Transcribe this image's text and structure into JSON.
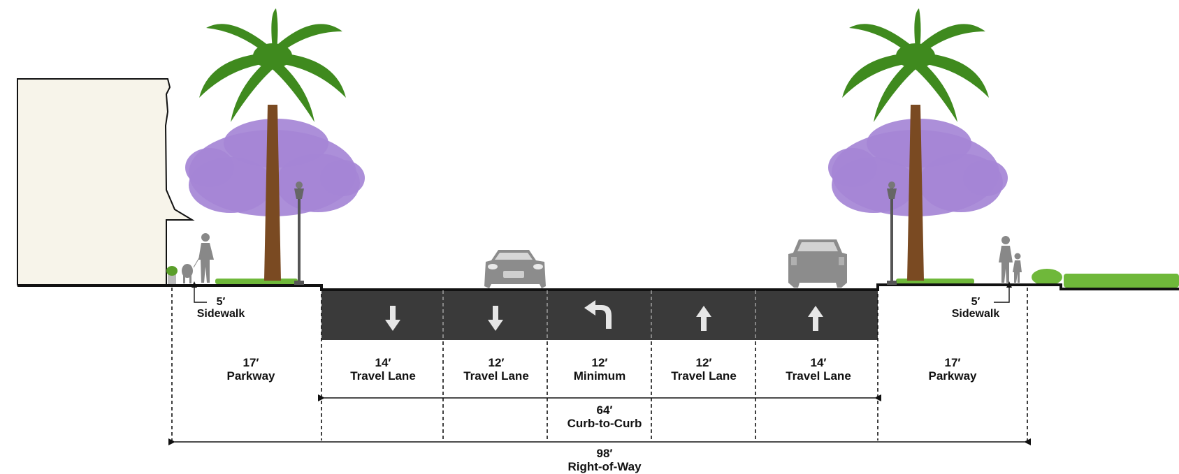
{
  "colors": {
    "roadway": "#3a3a3a",
    "ground_line": "#111111",
    "building": "#f7f4ea",
    "palm_frond": "#3f8a1e",
    "palm_trunk": "#7a4a22",
    "jacaranda": "#a586d6",
    "vehicle": "#8c8c8c",
    "grass": "#6fb83a",
    "lane_arrow": "#e6e6e6"
  },
  "lanes": [
    {
      "dimension": "14′",
      "label": "Travel Lane",
      "arrow": "down-arrow"
    },
    {
      "dimension": "12′",
      "label": "Travel Lane",
      "arrow": "down-arrow"
    },
    {
      "dimension": "12′",
      "label": "Minimum",
      "arrow": "left-turn-arrow"
    },
    {
      "dimension": "12′",
      "label": "Travel Lane",
      "arrow": "up-arrow"
    },
    {
      "dimension": "14′",
      "label": "Travel Lane",
      "arrow": "up-arrow"
    }
  ],
  "left_parkway": {
    "dimension": "17′",
    "label": "Parkway"
  },
  "right_parkway": {
    "dimension": "17′",
    "label": "Parkway"
  },
  "left_sidewalk": {
    "dimension": "5′",
    "label": "Sidewalk"
  },
  "right_sidewalk": {
    "dimension": "5′",
    "label": "Sidewalk"
  },
  "curb_to_curb": {
    "dimension": "64′",
    "label": "Curb-to-Curb"
  },
  "right_of_way": {
    "dimension": "98′",
    "label": "Right-of-Way"
  }
}
